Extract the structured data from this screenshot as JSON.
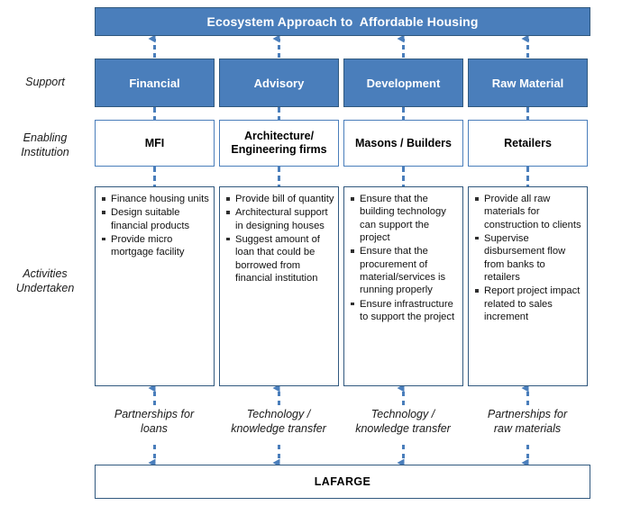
{
  "title": "Ecosystem Approach to  Affordable Housing",
  "row_labels": {
    "support": "Support",
    "enabling": "Enabling\nInstitution",
    "activities": "Activities\nUndertaken"
  },
  "bottom": {
    "label": "LAFARGE"
  },
  "colors": {
    "accent_blue": "#4a7ebb",
    "border_blue": "#31597f",
    "text_white": "#ffffff",
    "text_black": "#000000"
  },
  "columns": [
    {
      "support": "Financial",
      "enabling": "MFI",
      "activities": [
        "Finance housing units",
        "Design suitable financial products",
        "Provide micro mortgage facility"
      ],
      "connector": "Partnerships for\nloans"
    },
    {
      "support": "Advisory",
      "enabling": "Architecture/\nEngineering firms",
      "activities": [
        "Provide bill of quantity",
        "Architectural support in designing houses",
        "Suggest amount of loan  that could be borrowed from financial institution"
      ],
      "connector": "Technology /\nknowledge transfer"
    },
    {
      "support": "Development",
      "enabling": "Masons / Builders",
      "activities": [
        "Ensure that the building technology can support the project",
        "Ensure that the procurement of material/services is running properly",
        "Ensure infrastructure to support the project"
      ],
      "connector": "Technology /\nknowledge transfer"
    },
    {
      "support": "Raw Material",
      "enabling": "Retailers",
      "activities": [
        "Provide all raw materials for construction to clients",
        "Supervise disbursement flow from banks to retailers",
        "Report project impact related to sales increment"
      ],
      "connector": "Partnerships for\nraw materials"
    }
  ]
}
